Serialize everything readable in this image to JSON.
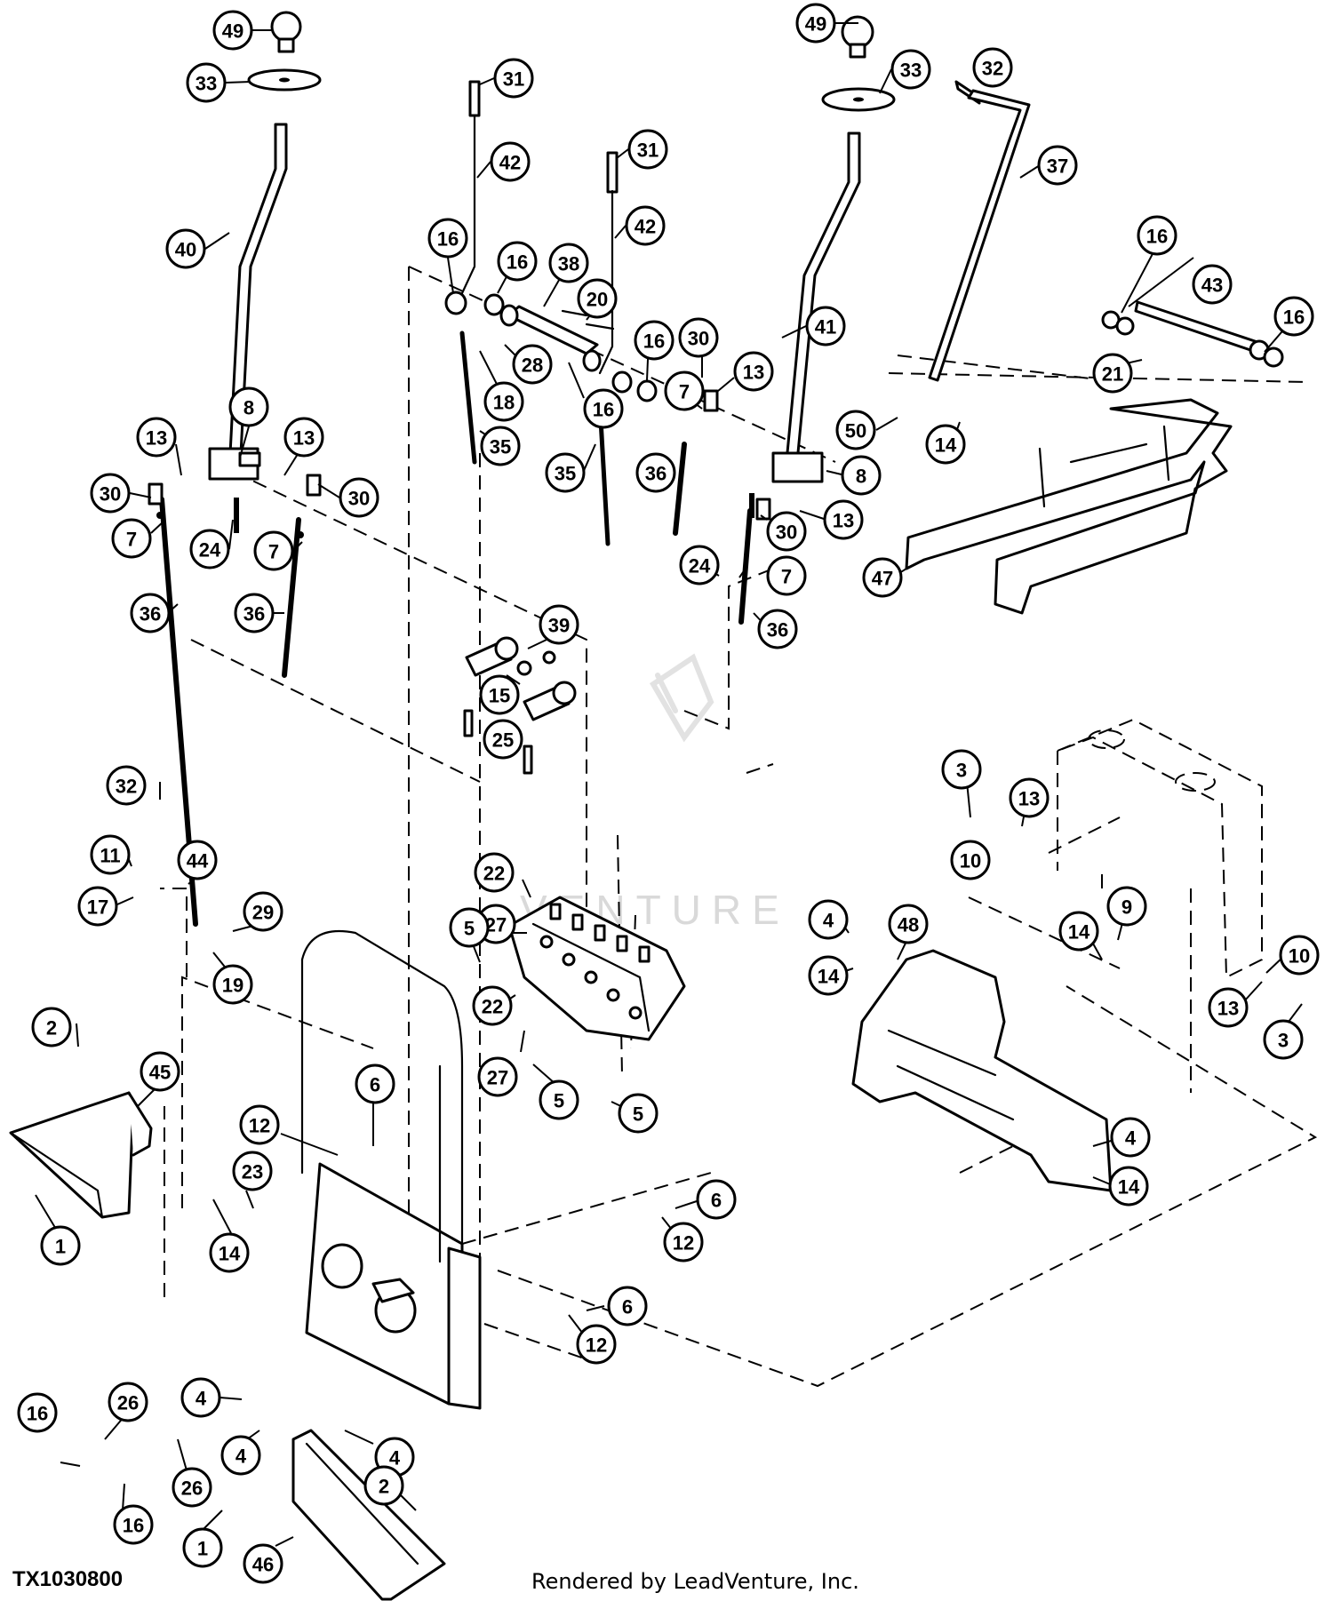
{
  "diagram": {
    "document_id": "TX1030800",
    "credit": "Rendered by LeadVenture, Inc.",
    "watermark": "VENTURE",
    "callouts": [
      {
        "id": "c1",
        "label": "49"
      },
      {
        "id": "c2",
        "label": "33"
      },
      {
        "id": "c3",
        "label": "40"
      },
      {
        "id": "c4",
        "label": "8"
      },
      {
        "id": "c5",
        "label": "13"
      },
      {
        "id": "c6",
        "label": "13"
      },
      {
        "id": "c7",
        "label": "30"
      },
      {
        "id": "c8",
        "label": "30"
      },
      {
        "id": "c9",
        "label": "7"
      },
      {
        "id": "c10",
        "label": "7"
      },
      {
        "id": "c11",
        "label": "24"
      },
      {
        "id": "c12",
        "label": "36"
      },
      {
        "id": "c13",
        "label": "36"
      },
      {
        "id": "c14",
        "label": "31"
      },
      {
        "id": "c15",
        "label": "42"
      },
      {
        "id": "c16",
        "label": "31"
      },
      {
        "id": "c17",
        "label": "42"
      },
      {
        "id": "c18",
        "label": "16"
      },
      {
        "id": "c19",
        "label": "16"
      },
      {
        "id": "c20",
        "label": "38"
      },
      {
        "id": "c21",
        "label": "20"
      },
      {
        "id": "c22",
        "label": "16"
      },
      {
        "id": "c23",
        "label": "28"
      },
      {
        "id": "c24",
        "label": "18"
      },
      {
        "id": "c25",
        "label": "16"
      },
      {
        "id": "c26",
        "label": "35"
      },
      {
        "id": "c27",
        "label": "35"
      },
      {
        "id": "c28",
        "label": "49"
      },
      {
        "id": "c29",
        "label": "33"
      },
      {
        "id": "c30",
        "label": "32"
      },
      {
        "id": "c31",
        "label": "37"
      },
      {
        "id": "c32",
        "label": "41"
      },
      {
        "id": "c33",
        "label": "30"
      },
      {
        "id": "c34",
        "label": "13"
      },
      {
        "id": "c35",
        "label": "7"
      },
      {
        "id": "c36",
        "label": "36"
      },
      {
        "id": "c37",
        "label": "8"
      },
      {
        "id": "c38",
        "label": "13"
      },
      {
        "id": "c39",
        "label": "30"
      },
      {
        "id": "c40",
        "label": "24"
      },
      {
        "id": "c41",
        "label": "7"
      },
      {
        "id": "c42",
        "label": "36"
      },
      {
        "id": "c43",
        "label": "16"
      },
      {
        "id": "c44",
        "label": "43"
      },
      {
        "id": "c45",
        "label": "16"
      },
      {
        "id": "c46",
        "label": "21"
      },
      {
        "id": "c47",
        "label": "50"
      },
      {
        "id": "c48",
        "label": "14"
      },
      {
        "id": "c49",
        "label": "47"
      },
      {
        "id": "c50",
        "label": "39"
      },
      {
        "id": "c51",
        "label": "15"
      },
      {
        "id": "c52",
        "label": "25"
      },
      {
        "id": "c53",
        "label": "32"
      },
      {
        "id": "c54",
        "label": "11"
      },
      {
        "id": "c55",
        "label": "44"
      },
      {
        "id": "c56",
        "label": "17"
      },
      {
        "id": "c57",
        "label": "29"
      },
      {
        "id": "c58",
        "label": "19"
      },
      {
        "id": "c59",
        "label": "22"
      },
      {
        "id": "c60",
        "label": "27"
      },
      {
        "id": "c61",
        "label": "5"
      },
      {
        "id": "c62",
        "label": "22"
      },
      {
        "id": "c63",
        "label": "27"
      },
      {
        "id": "c64",
        "label": "5"
      },
      {
        "id": "c65",
        "label": "5"
      },
      {
        "id": "c66",
        "label": "3"
      },
      {
        "id": "c67",
        "label": "13"
      },
      {
        "id": "c68",
        "label": "10"
      },
      {
        "id": "c69",
        "label": "4"
      },
      {
        "id": "c70",
        "label": "48"
      },
      {
        "id": "c71",
        "label": "14"
      },
      {
        "id": "c72",
        "label": "14"
      },
      {
        "id": "c73",
        "label": "9"
      },
      {
        "id": "c74",
        "label": "10"
      },
      {
        "id": "c75",
        "label": "13"
      },
      {
        "id": "c76",
        "label": "3"
      },
      {
        "id": "c77",
        "label": "2"
      },
      {
        "id": "c78",
        "label": "45"
      },
      {
        "id": "c79",
        "label": "1"
      },
      {
        "id": "c80",
        "label": "6"
      },
      {
        "id": "c81",
        "label": "12"
      },
      {
        "id": "c82",
        "label": "23"
      },
      {
        "id": "c83",
        "label": "14"
      },
      {
        "id": "c84",
        "label": "4"
      },
      {
        "id": "c85",
        "label": "14"
      },
      {
        "id": "c86",
        "label": "6"
      },
      {
        "id": "c87",
        "label": "12"
      },
      {
        "id": "c88",
        "label": "6"
      },
      {
        "id": "c89",
        "label": "12"
      },
      {
        "id": "c90",
        "label": "26"
      },
      {
        "id": "c91",
        "label": "16"
      },
      {
        "id": "c92",
        "label": "4"
      },
      {
        "id": "c93",
        "label": "4"
      },
      {
        "id": "c94",
        "label": "4"
      },
      {
        "id": "c95",
        "label": "26"
      },
      {
        "id": "c96",
        "label": "16"
      },
      {
        "id": "c97",
        "label": "2"
      },
      {
        "id": "c98",
        "label": "1"
      },
      {
        "id": "c99",
        "label": "46"
      }
    ]
  }
}
